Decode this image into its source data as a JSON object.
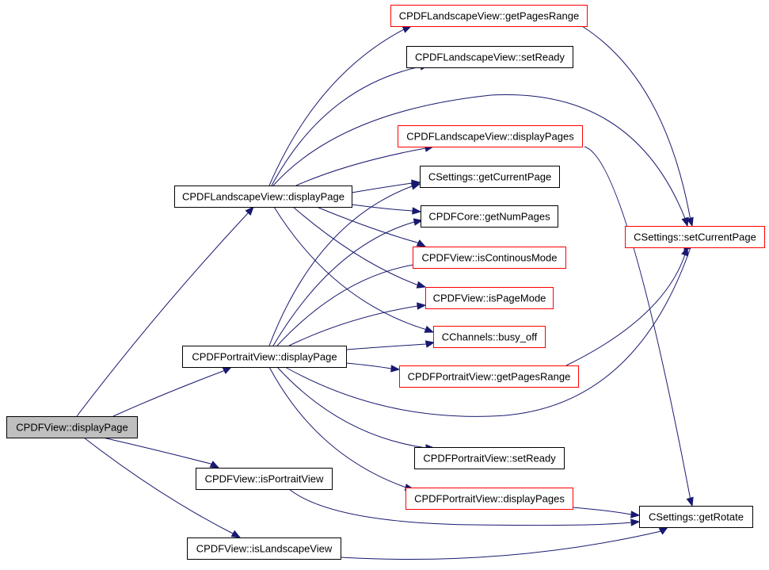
{
  "graph": {
    "colors": {
      "edge": "#191970",
      "background": "#ffffff",
      "focus_fill": "#bfbfbf",
      "normal_border": "#000000",
      "truncated_border": "#ff0000"
    },
    "nodes": [
      {
        "id": "pdfview_displaypage",
        "label": "CPDFView::displayPage",
        "style": "focus"
      },
      {
        "id": "landscape_displaypage",
        "label": "CPDFLandscapeView::displayPage",
        "style": "normal"
      },
      {
        "id": "portrait_displaypage",
        "label": "CPDFPortraitView::displayPage",
        "style": "normal"
      },
      {
        "id": "pdfview_isportraitview",
        "label": "CPDFView::isPortraitView",
        "style": "normal"
      },
      {
        "id": "pdfview_islandscapeview",
        "label": "CPDFView::isLandscapeView",
        "style": "normal"
      },
      {
        "id": "landscape_getpagesrange",
        "label": "CPDFLandscapeView::getPagesRange",
        "style": "truncated"
      },
      {
        "id": "landscape_setready",
        "label": "CPDFLandscapeView::setReady",
        "style": "normal"
      },
      {
        "id": "landscape_displaypages",
        "label": "CPDFLandscapeView::displayPages",
        "style": "truncated"
      },
      {
        "id": "settings_getcurrentpage",
        "label": "CSettings::getCurrentPage",
        "style": "normal"
      },
      {
        "id": "core_getnumpages",
        "label": "CPDFCore::getNumPages",
        "style": "normal"
      },
      {
        "id": "pdfview_iscontinousmode",
        "label": "CPDFView::isContinousMode",
        "style": "truncated"
      },
      {
        "id": "pdfview_ispagemode",
        "label": "CPDFView::isPageMode",
        "style": "truncated"
      },
      {
        "id": "channels_busy_off",
        "label": "CChannels::busy_off",
        "style": "truncated"
      },
      {
        "id": "portrait_getpagesrange",
        "label": "CPDFPortraitView::getPagesRange",
        "style": "truncated"
      },
      {
        "id": "portrait_setready",
        "label": "CPDFPortraitView::setReady",
        "style": "normal"
      },
      {
        "id": "portrait_displaypages",
        "label": "CPDFPortraitView::displayPages",
        "style": "truncated"
      },
      {
        "id": "settings_setcurrentpage",
        "label": "CSettings::setCurrentPage",
        "style": "truncated"
      },
      {
        "id": "settings_getrotate",
        "label": "CSettings::getRotate",
        "style": "normal"
      }
    ],
    "edges": [
      {
        "from": "pdfview_displaypage",
        "to": "landscape_displaypage"
      },
      {
        "from": "pdfview_displaypage",
        "to": "portrait_displaypage"
      },
      {
        "from": "pdfview_displaypage",
        "to": "pdfview_isportraitview"
      },
      {
        "from": "pdfview_displaypage",
        "to": "pdfview_islandscapeview"
      },
      {
        "from": "landscape_displaypage",
        "to": "landscape_getpagesrange"
      },
      {
        "from": "landscape_displaypage",
        "to": "landscape_setready"
      },
      {
        "from": "landscape_displaypage",
        "to": "settings_setcurrentpage"
      },
      {
        "from": "landscape_displaypage",
        "to": "landscape_displaypages"
      },
      {
        "from": "landscape_displaypage",
        "to": "settings_getcurrentpage"
      },
      {
        "from": "landscape_displaypage",
        "to": "core_getnumpages"
      },
      {
        "from": "landscape_displaypage",
        "to": "pdfview_iscontinousmode"
      },
      {
        "from": "landscape_displaypage",
        "to": "pdfview_ispagemode"
      },
      {
        "from": "landscape_displaypage",
        "to": "channels_busy_off"
      },
      {
        "from": "portrait_displaypage",
        "to": "settings_getcurrentpage"
      },
      {
        "from": "portrait_displaypage",
        "to": "core_getnumpages"
      },
      {
        "from": "portrait_displaypage",
        "to": "pdfview_iscontinousmode"
      },
      {
        "from": "portrait_displaypage",
        "to": "pdfview_ispagemode"
      },
      {
        "from": "portrait_displaypage",
        "to": "channels_busy_off"
      },
      {
        "from": "portrait_displaypage",
        "to": "portrait_getpagesrange"
      },
      {
        "from": "portrait_displaypage",
        "to": "settings_setcurrentpage"
      },
      {
        "from": "portrait_displaypage",
        "to": "portrait_setready"
      },
      {
        "from": "portrait_displaypage",
        "to": "portrait_displaypages"
      },
      {
        "from": "landscape_getpagesrange",
        "to": "settings_setcurrentpage"
      },
      {
        "from": "landscape_displaypages",
        "to": "settings_getrotate"
      },
      {
        "from": "portrait_getpagesrange",
        "to": "settings_setcurrentpage"
      },
      {
        "from": "portrait_displaypages",
        "to": "settings_getrotate"
      },
      {
        "from": "pdfview_isportraitview",
        "to": "settings_getrotate"
      },
      {
        "from": "pdfview_islandscapeview",
        "to": "settings_getrotate"
      }
    ]
  }
}
